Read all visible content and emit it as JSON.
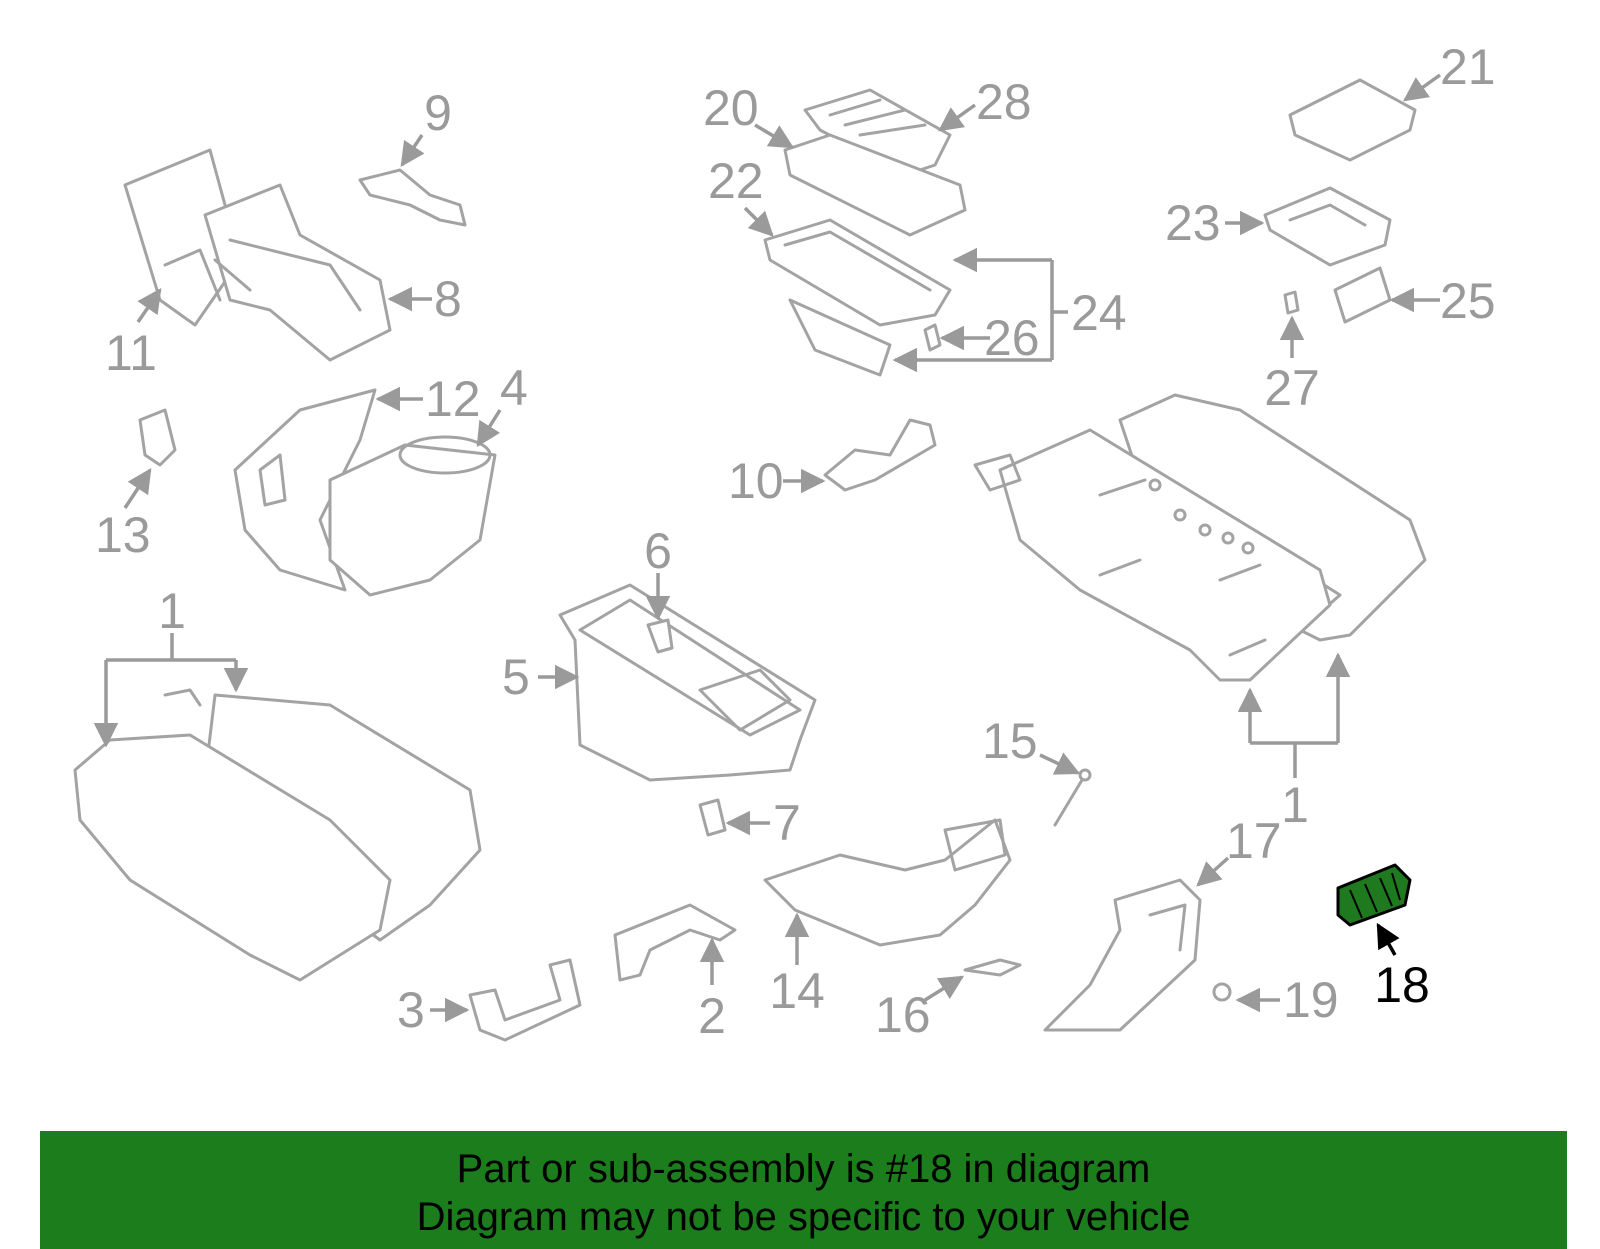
{
  "diagram": {
    "callouts": [
      "9",
      "8",
      "11",
      "12",
      "4",
      "13",
      "1",
      "5",
      "6",
      "7",
      "3",
      "2",
      "14",
      "16",
      "15",
      "17",
      "19",
      "18",
      "20",
      "28",
      "22",
      "24",
      "26",
      "10",
      "21",
      "23",
      "25",
      "27",
      "1"
    ],
    "highlighted": "18",
    "colors": {
      "part_stroke": "#a3a3a3",
      "label": "#9a9a9a",
      "highlight_fill": "#1f7a1f",
      "highlight_label": "#000000"
    }
  },
  "banner": {
    "line1": "Part or sub-assembly is #18 in diagram",
    "line2": "Diagram may not be specific to your vehicle",
    "background": "#1b7d1b"
  }
}
